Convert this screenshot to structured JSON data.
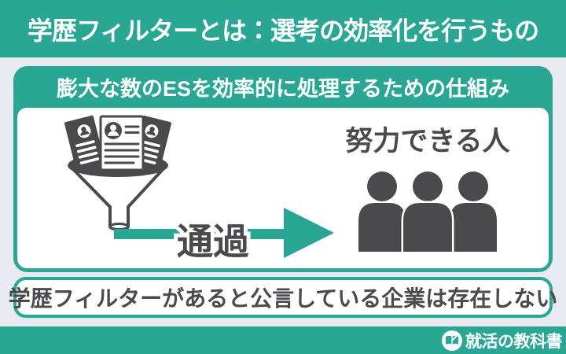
{
  "header": {
    "title": "学歴フィルターとは：選考の効率化を行うもの"
  },
  "panel": {
    "heading": "膨大な数のESを効率的に処理するための仕組み",
    "pass_label": "通過",
    "result_label": "努力できる人",
    "icons": {
      "documents": "es-documents-icon",
      "funnel": "funnel-icon",
      "arrow": "pass-arrow-icon",
      "people": "applicants-icon"
    }
  },
  "banner": {
    "text": "学歴フィルターがあると公言している企業は存在しない"
  },
  "footer": {
    "brand": "就活の教科書",
    "logo_icon": "open-book-icon"
  },
  "colors": {
    "teal": "#29a694",
    "background": "#e8eaf0",
    "dark": "#4a4a4d",
    "paper": "#ffffff"
  }
}
